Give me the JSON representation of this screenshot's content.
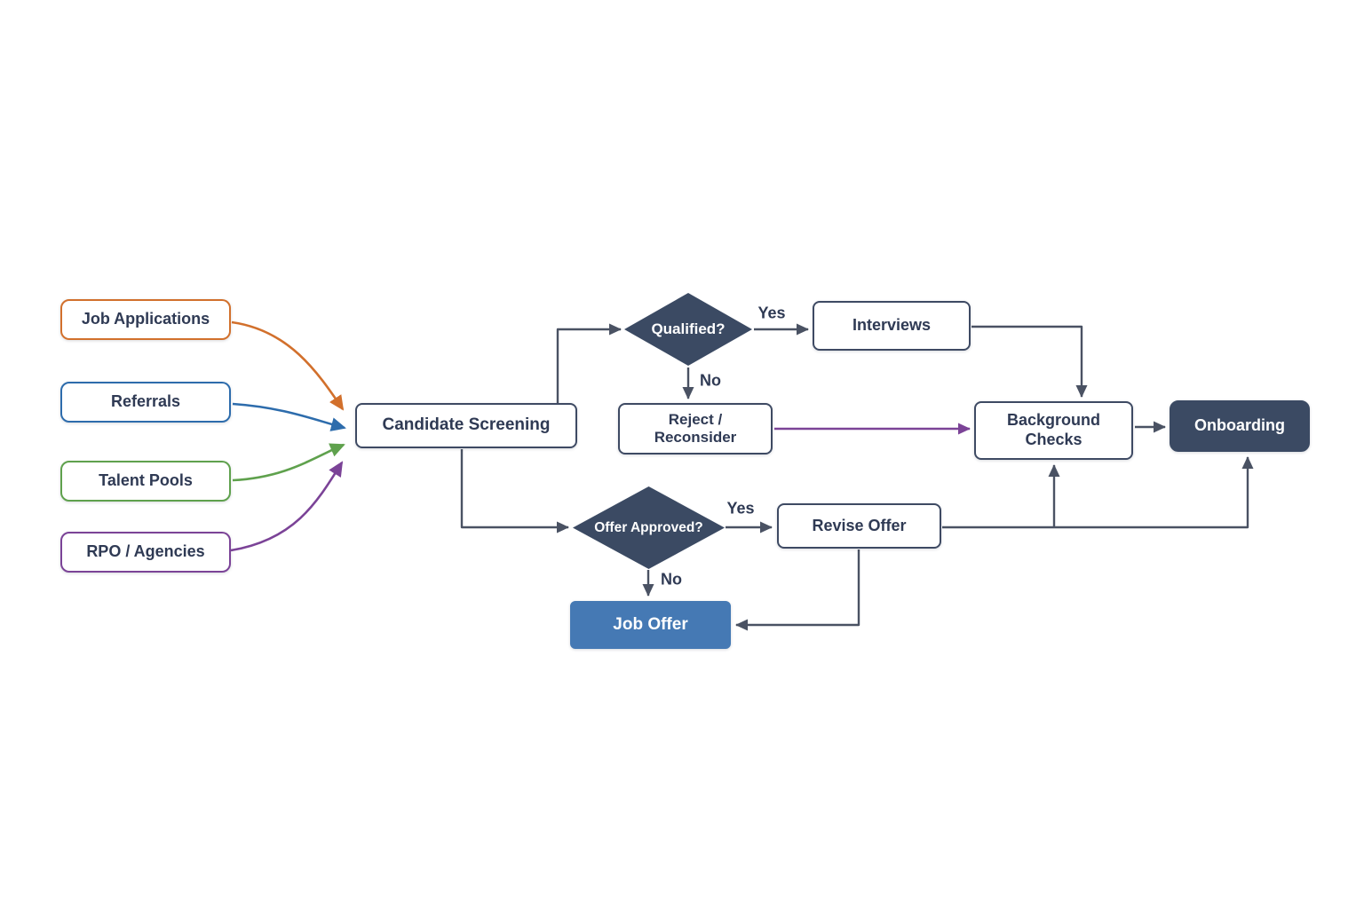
{
  "diagram": {
    "sources": [
      {
        "id": "job-applications",
        "label": "Job Applications",
        "color": "#d2702c"
      },
      {
        "id": "referrals",
        "label": "Referrals",
        "color": "#2d6cac"
      },
      {
        "id": "talent-pools",
        "label": "Talent Pools",
        "color": "#5fa14d"
      },
      {
        "id": "rpo-agencies",
        "label": "RPO / Agencies",
        "color": "#7b4397"
      }
    ],
    "nodes": {
      "candidate_screening": "Candidate Screening",
      "qualified": "Qualified?",
      "interviews": "Interviews",
      "reject_reconsider": "Reject /\nReconsider",
      "background_checks": "Background\nChecks",
      "onboarding": "Onboarding",
      "offer_approved": "Offer Approved?",
      "revise_offer": "Revise Offer",
      "job_offer": "Job Offer"
    },
    "edge_labels": {
      "qualified_yes": "Yes",
      "qualified_no": "No",
      "offer_approved_yes": "Yes",
      "offer_approved_no": "No"
    },
    "colors": {
      "canvas-bg": "#ffffff",
      "edge": "#4a5263",
      "node-border": "#3e4a63",
      "node-text": "#2f3a54",
      "decision-fill": "#3b4a63",
      "decision-text": "#ffffff",
      "onboarding-fill": "#3b4a63",
      "job-offer-fill": "#4579b4",
      "reject-edge": "#7b4397",
      "source-orange": "#d2702c",
      "source-blue": "#2d6cac",
      "source-green": "#5fa14d",
      "source-purple": "#7b4397"
    }
  }
}
